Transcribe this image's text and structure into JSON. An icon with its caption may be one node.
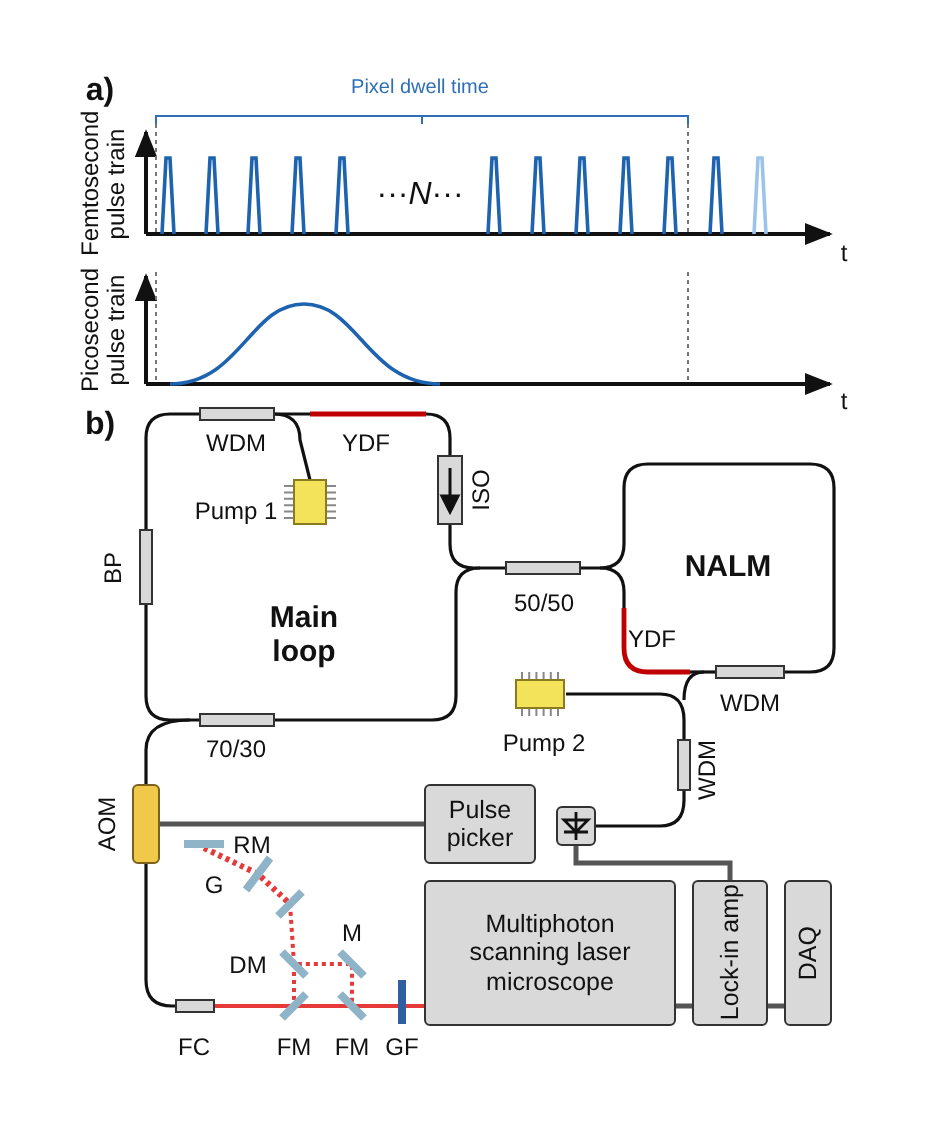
{
  "diagram": {
    "nodes": [
      {
        "text": [],
        "shape": "box",
        "beside": [
          "AOM"
        ]
      },
      {
        "text": [
          "Pulse picker"
        ]
      },
      {
        "text": [],
        "shape": "box"
      },
      {
        "text": [
          "Multiphoton scanning laser microscope"
        ]
      },
      {
        "text": [
          "Lock-in amp"
        ]
      },
      {
        "text": [
          "DAQ"
        ]
      }
    ],
    "edges": [
      {
        "from": 0,
        "to": 1,
        "arrow": "none"
      },
      {
        "from": 2,
        "to": 4,
        "arrow": "none"
      },
      {
        "from": 3,
        "to": 4,
        "arrow": "none"
      },
      {
        "from": 4,
        "to": 5,
        "arrow": "none"
      }
    ],
    "labels": [
      "a)",
      "Pixel dwell time",
      "Femtosecond pulse train",
      "···*N*···",
      "t",
      "Picosecond pulse train",
      "t",
      "b)",
      "WDM",
      "YDF",
      "Pump 1",
      "ISO",
      "BP",
      "Main loop",
      "NALM",
      "50/50",
      "YDF",
      "Pump 2",
      "WDM",
      "70/30",
      "WDM",
      "RM",
      "G",
      "DM",
      "M",
      "FC",
      "FM",
      "FM",
      "GF"
    ]
  }
}
